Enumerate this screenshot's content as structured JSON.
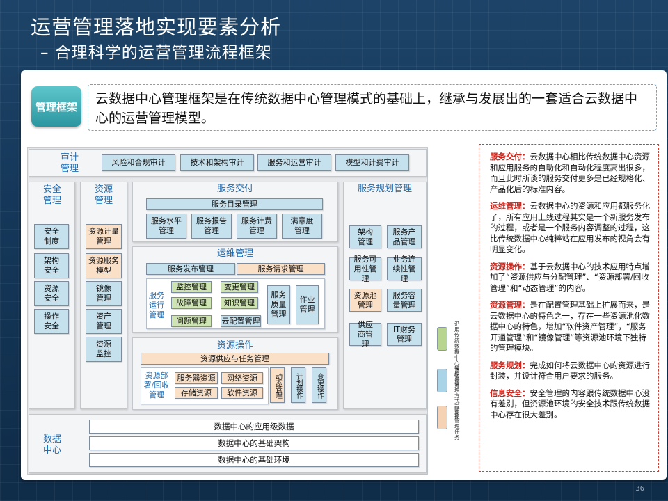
{
  "header": {
    "title": "运营管理落地实现要素分析",
    "subtitle": "– 合理科学的运营管理流程框架"
  },
  "summary": {
    "badge": "管理框架",
    "text": "云数据中心管理框架是在传统数据中心管理模式的基础上，继承与发展出的一套适合云数据中心的运营管理模型。"
  },
  "diagram": {
    "audit": {
      "title": "审计管理",
      "items": [
        "风险和合规审计",
        "技术和架构审计",
        "服务和运营审计",
        "模型和计费审计"
      ]
    },
    "security": {
      "title": "安全管理",
      "items": [
        "安全制度",
        "架构安全",
        "资源安全",
        "操作安全"
      ]
    },
    "resource_mgmt": {
      "title": "资源管理",
      "items": [
        "资源计量管理",
        "资源服务模型",
        "镜像管理",
        "资产管理",
        "资源监控"
      ]
    },
    "service_delivery": {
      "title": "服务交付",
      "catalog": "服务目录管理",
      "items": [
        "服务水平管理",
        "服务报告管理",
        "服务计费管理",
        "满意度管理"
      ]
    },
    "ops": {
      "title": "运维管理",
      "release": "服务发布管理",
      "request": "服务请求管理",
      "run_label": "服务运行管理",
      "monitor": "监控管理",
      "fault": "故障管理",
      "problem": "问题管理",
      "change": "变更管理",
      "knowledge": "知识管理",
      "config": "云配置管理",
      "quality": "服务质量管理",
      "job": "作业管理"
    },
    "resource_ops": {
      "title": "资源操作",
      "supply": "资源供应与任务管理",
      "deploy_label": "资源部署/回收管理",
      "server": "服务器资源",
      "network": "网络资源",
      "storage": "存储资源",
      "software": "软件资源",
      "dynamic": "动态管理",
      "plan_op": "计划操作",
      "change_op": "变更操作"
    },
    "planning": {
      "title": "服务规划管理",
      "items": [
        "架构管理",
        "服务产品管理",
        "服务可用性管理",
        "业务连续性管理",
        "资源池管理",
        "服务容量管理",
        "供应商管理",
        "IT财务管理"
      ]
    },
    "datacenter": {
      "title": "数据中心",
      "items": [
        "数据中心的应用级数据",
        "数据中心的基础架构",
        "数据中心的基础环境"
      ]
    },
    "legend": [
      {
        "color": "#cfe4b3",
        "text": "沿用传统数据中心管理任务"
      },
      {
        "color": "#c6e1ee",
        "text": "与原来管理方式有变化"
      },
      {
        "color": "#fbe0c8",
        "text": "新增管理任务"
      }
    ]
  },
  "notes": [
    {
      "key": "服务交付：",
      "text": "云数据中心相比传统数据中心资源和应用服务的自助化和自动化程度高出很多，而且此时所谈的服务交付更多是已经规格化、产品化后的标准内容。"
    },
    {
      "key": "运维管理：",
      "text": "云数据中心的资源和应用都服务化了，所有应用上线过程其实是一个新服务发布的过程，或者是一个服务内容调整的过程，这比传统数据中心纯粹站在应用发布的视角会有明显变化。"
    },
    {
      "key": "资源操作：",
      "text": "基于云数据中心的技术应用特点增加了“资源供应与分配管理”、“资源部署/回收管理”和“动态管理”的内容。"
    },
    {
      "key": "资源管理：",
      "text": "是在配置管理基础上扩展而来，是云数据中心的特色之一，存在一些资源池化数据中心的特色，增加“软件资产管理”，“服务开通管理”和“镜像管理”等资源池环境下独特的管理模块。"
    },
    {
      "key": "服务规划：",
      "text": "完成如何将云数据中心的资源进行封装，并设计符合用户要求的服务。"
    },
    {
      "key": "信息安全：",
      "text": "安全管理的内容跟传统数据中心没有差别，但资源池环境的安全技术跟传统数据中心存在很大差别。"
    }
  ],
  "page_number": "36"
}
